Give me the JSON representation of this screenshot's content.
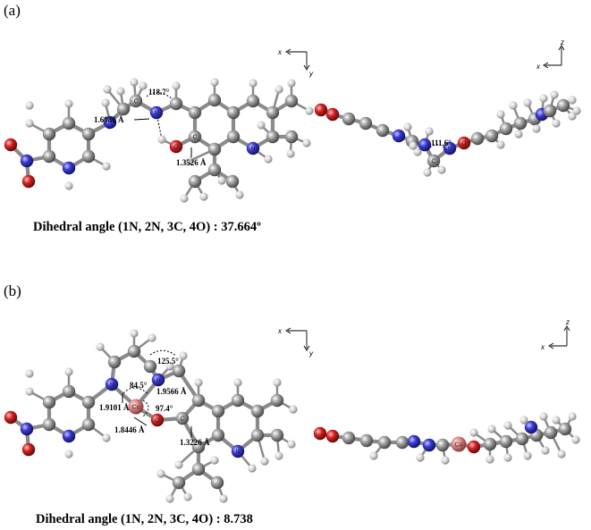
{
  "panels": [
    {
      "label": "(a)",
      "caption": "Dihedral angle (1N, 2N, 3C, 4O) : 37.664º",
      "measurements": [
        "118.7°",
        "1.6986 Å",
        "1.3526 Å",
        "111.6°"
      ],
      "axes_top": [
        "x",
        "y"
      ],
      "axes_side": [
        "x",
        "z"
      ]
    },
    {
      "label": "(b)",
      "caption": "Dihedral angle (1N, 2N, 3C, 4O) : 8.738",
      "measurements": [
        "125.5°",
        "84.5°",
        "1.9566 Å",
        "97.4°",
        "1.9101 Å",
        "1.8446 Å",
        "1.3226 Å"
      ],
      "axes_top": [
        "x",
        "y"
      ],
      "axes_side": [
        "x",
        "z"
      ]
    }
  ],
  "colors": {
    "carbon": "#8e8e8e",
    "hydrogen": "#d8d8d8",
    "nitrogen": "#3a3ad6",
    "oxygen": "#d62020",
    "metal": "#e08a8a"
  }
}
